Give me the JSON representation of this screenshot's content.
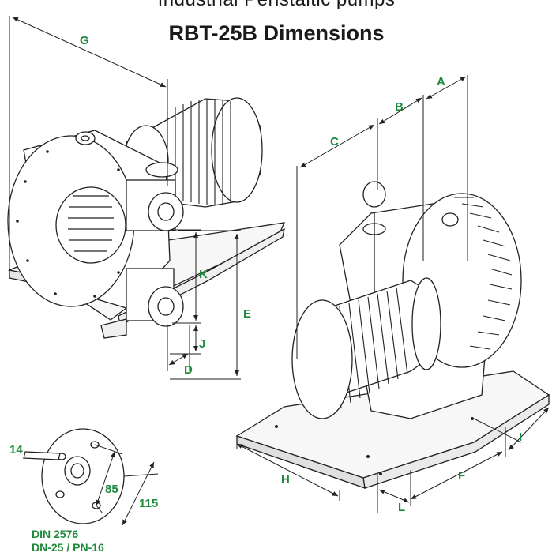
{
  "header": {
    "top_text": "Industrial Peristaltic pumps",
    "title": "RBT-25B Dimensions"
  },
  "dimension_labels": {
    "a": "A",
    "b": "B",
    "c": "C",
    "d": "D",
    "e": "E",
    "f": "F",
    "g": "G",
    "h": "H",
    "i": "I",
    "j": "J",
    "k": "K",
    "l": "L"
  },
  "flange": {
    "hole": "14",
    "bolt_circle": "85",
    "outer": "115",
    "standard_line1": "DIN 2576",
    "standard_line2": "DN-25 / PN-16"
  },
  "colors": {
    "accent_green": "#1f8a3c",
    "line": "#222222"
  }
}
